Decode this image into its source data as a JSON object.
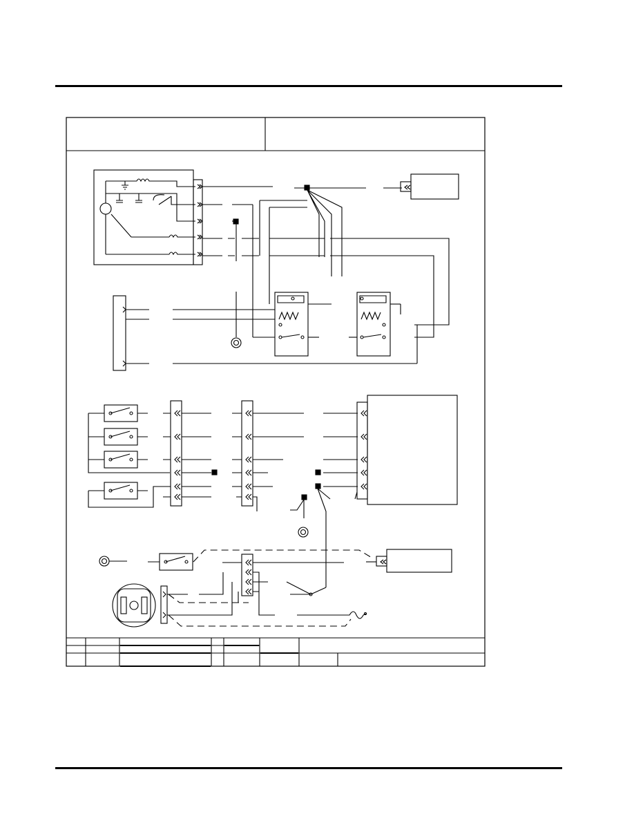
{
  "page": {
    "header_rule": "",
    "footer_rule": ""
  },
  "sheet": {
    "title_block_left": "",
    "title_block_right": "",
    "revision_block": []
  },
  "components": {
    "alternator": {
      "name": "alternator",
      "icon": "generator-icon"
    },
    "relay_left": {
      "name": "relay",
      "icon": "relay-icon"
    },
    "relay_right": {
      "name": "relay",
      "icon": "relay-icon"
    },
    "ground_studs": {
      "icon": "ground-stud-icon"
    },
    "receptacle": {
      "icon": "receptacle-icon"
    },
    "fuse": {
      "icon": "fuse-icon"
    }
  },
  "colors": {
    "line": "#000000",
    "background": "#ffffff",
    "splice": "#000000"
  }
}
